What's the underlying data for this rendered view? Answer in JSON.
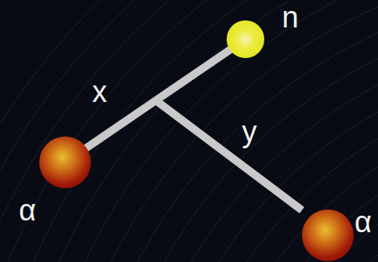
{
  "diagram": {
    "nodes": [
      {
        "text": [
          "n"
        ]
      },
      {
        "text": [
          "α"
        ]
      },
      {
        "text": [
          "α"
        ]
      }
    ],
    "edges": [
      {
        "from": 1,
        "to": 0,
        "label": "x",
        "arrow": "none"
      }
    ],
    "labels": [
      "y"
    ]
  }
}
